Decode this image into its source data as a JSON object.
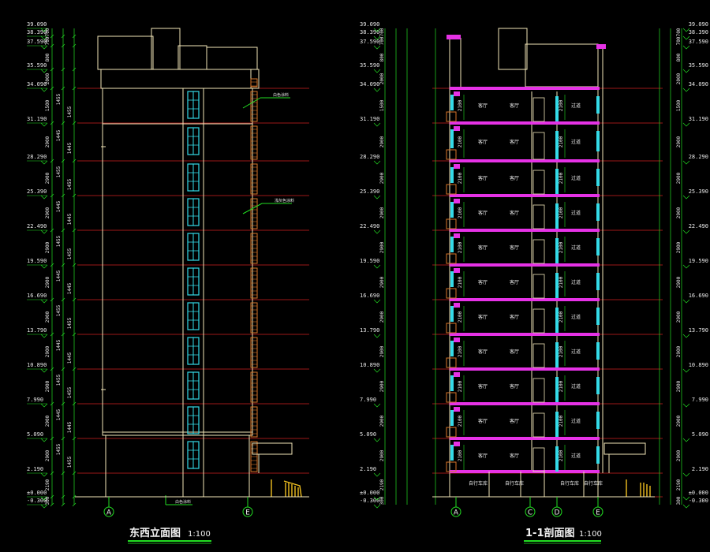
{
  "colors": {
    "background": "#000000",
    "level_line": "#d11f1f",
    "dimension": "#22dd22",
    "outline": "#f2e6b8",
    "window": "#34dbe8",
    "slab": "#e632e6",
    "balcony_rail": "#d8762a",
    "stair": "#f0c020",
    "text": "#e8e8e8"
  },
  "levels": [
    "-0.300",
    "±0.000",
    "2.190",
    "5.090",
    "7.990",
    "10.890",
    "13.790",
    "16.690",
    "19.590",
    "22.490",
    "25.390",
    "28.290",
    "31.190",
    "34.090",
    "35.590",
    "37.590",
    "38.390",
    "39.090"
  ],
  "left_drawing": {
    "title": "东西立面图",
    "scale": "1:100",
    "axis_labels": [
      "A",
      "E"
    ],
    "callouts": [
      "白色涂料",
      "浅灰色涂料",
      "白色涂料"
    ],
    "dim_chain": [
      "300",
      "2190",
      "2900",
      "2900",
      "2900",
      "2900",
      "2900",
      "2900",
      "2900",
      "2900",
      "2900",
      "2900",
      "1500",
      "2000",
      "800",
      "700"
    ],
    "sub_dims": [
      "1455",
      "1445",
      "1455",
      "1445",
      "1455",
      "1445",
      "1455",
      "1445",
      "1455",
      "1445"
    ]
  },
  "right_drawing": {
    "title": "1-1剖面图",
    "scale": "1:100",
    "axis_labels": [
      "A",
      "C",
      "D",
      "E"
    ],
    "room_labels": [
      "客厅",
      "客厅",
      "过道"
    ],
    "ground_labels": [
      "自行车库",
      "自行车库",
      "自行车库",
      "自行车库"
    ],
    "door_height": "2100"
  }
}
